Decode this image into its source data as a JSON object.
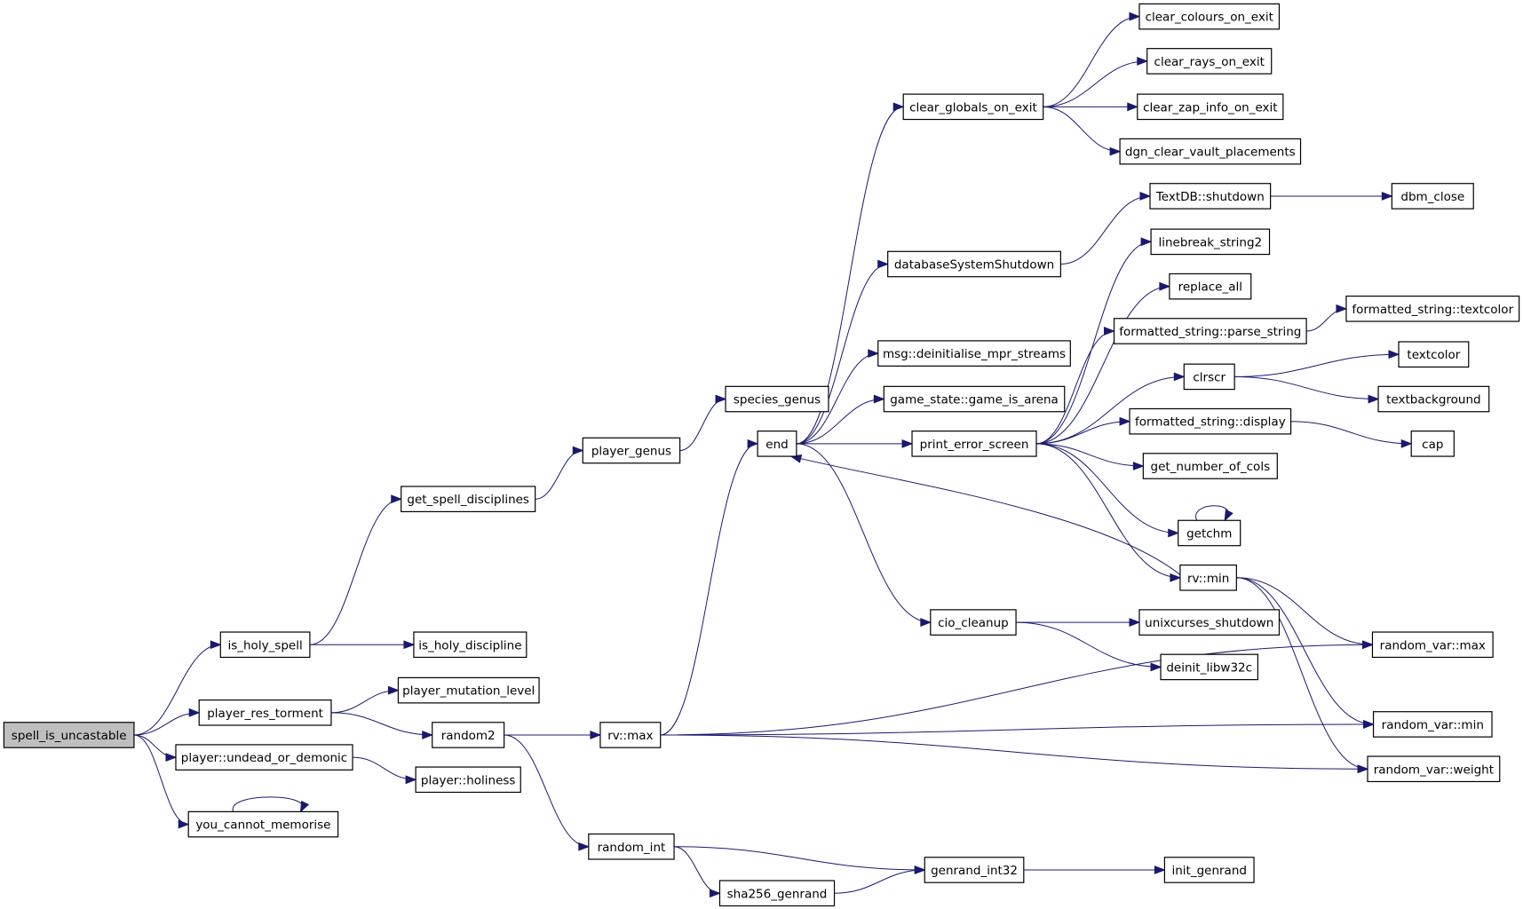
{
  "graph": {
    "root": "spell_is_uncastable",
    "edge_color": "#191970",
    "root_fill": "#bfbfbf",
    "nodes": [
      {
        "id": "spell_is_uncastable",
        "label": "spell_is_uncastable"
      },
      {
        "id": "is_holy_spell",
        "label": "is_holy_spell"
      },
      {
        "id": "player_res_torment",
        "label": "player_res_torment"
      },
      {
        "id": "player_undead_or_demonic",
        "label": "player::undead_or_demonic"
      },
      {
        "id": "you_cannot_memorise",
        "label": "you_cannot_memorise"
      },
      {
        "id": "get_spell_disciplines",
        "label": "get_spell_disciplines"
      },
      {
        "id": "is_holy_discipline",
        "label": "is_holy_discipline"
      },
      {
        "id": "player_mutation_level",
        "label": "player_mutation_level"
      },
      {
        "id": "random2",
        "label": "random2"
      },
      {
        "id": "player_holiness",
        "label": "player::holiness"
      },
      {
        "id": "player_genus",
        "label": "player_genus"
      },
      {
        "id": "species_genus",
        "label": "species_genus"
      },
      {
        "id": "rv_max",
        "label": "rv::max"
      },
      {
        "id": "random_int",
        "label": "random_int"
      },
      {
        "id": "sha256_genrand",
        "label": "sha256_genrand"
      },
      {
        "id": "end",
        "label": "end"
      },
      {
        "id": "clear_globals_on_exit",
        "label": "clear_globals_on_exit"
      },
      {
        "id": "databaseSystemShutdown",
        "label": "databaseSystemShutdown"
      },
      {
        "id": "msg_deinit",
        "label": "msg::deinitialise_mpr_streams"
      },
      {
        "id": "game_is_arena",
        "label": "game_state::game_is_arena"
      },
      {
        "id": "print_error_screen",
        "label": "print_error_screen"
      },
      {
        "id": "cio_cleanup",
        "label": "cio_cleanup"
      },
      {
        "id": "genrand_int32",
        "label": "genrand_int32"
      },
      {
        "id": "clear_colours_on_exit",
        "label": "clear_colours_on_exit"
      },
      {
        "id": "clear_rays_on_exit",
        "label": "clear_rays_on_exit"
      },
      {
        "id": "clear_zap_info_on_exit",
        "label": "clear_zap_info_on_exit"
      },
      {
        "id": "dgn_clear_vault_placements",
        "label": "dgn_clear_vault_placements"
      },
      {
        "id": "textdb_shutdown",
        "label": "TextDB::shutdown"
      },
      {
        "id": "linebreak_string2",
        "label": "linebreak_string2"
      },
      {
        "id": "replace_all",
        "label": "replace_all"
      },
      {
        "id": "fs_parse_string",
        "label": "formatted_string::parse_string"
      },
      {
        "id": "clrscr",
        "label": "clrscr"
      },
      {
        "id": "fs_display",
        "label": "formatted_string::display"
      },
      {
        "id": "get_number_of_cols",
        "label": "get_number_of_cols"
      },
      {
        "id": "getchm",
        "label": "getchm"
      },
      {
        "id": "rv_min",
        "label": "rv::min"
      },
      {
        "id": "unixcurses_shutdown",
        "label": "unixcurses_shutdown"
      },
      {
        "id": "deinit_libw32c",
        "label": "deinit_libw32c"
      },
      {
        "id": "init_genrand",
        "label": "init_genrand"
      },
      {
        "id": "dbm_close",
        "label": "dbm_close"
      },
      {
        "id": "fs_textcolor",
        "label": "formatted_string::textcolor"
      },
      {
        "id": "textcolor",
        "label": "textcolor"
      },
      {
        "id": "textbackground",
        "label": "textbackground"
      },
      {
        "id": "cap",
        "label": "cap"
      },
      {
        "id": "random_var_max",
        "label": "random_var::max"
      },
      {
        "id": "random_var_min",
        "label": "random_var::min"
      },
      {
        "id": "random_var_weight",
        "label": "random_var::weight"
      }
    ],
    "edges": [
      [
        "spell_is_uncastable",
        "is_holy_spell"
      ],
      [
        "spell_is_uncastable",
        "player_res_torment"
      ],
      [
        "spell_is_uncastable",
        "player_undead_or_demonic"
      ],
      [
        "spell_is_uncastable",
        "you_cannot_memorise"
      ],
      [
        "is_holy_spell",
        "get_spell_disciplines"
      ],
      [
        "is_holy_spell",
        "is_holy_discipline"
      ],
      [
        "get_spell_disciplines",
        "player_genus"
      ],
      [
        "player_genus",
        "species_genus"
      ],
      [
        "player_res_torment",
        "player_mutation_level"
      ],
      [
        "player_res_torment",
        "random2"
      ],
      [
        "player_undead_or_demonic",
        "player_holiness"
      ],
      [
        "you_cannot_memorise",
        "you_cannot_memorise"
      ],
      [
        "random2",
        "rv_max"
      ],
      [
        "random2",
        "random_int"
      ],
      [
        "rv_max",
        "end"
      ],
      [
        "rv_max",
        "random_var_max"
      ],
      [
        "rv_max",
        "random_var_min"
      ],
      [
        "rv_max",
        "random_var_weight"
      ],
      [
        "random_int",
        "genrand_int32"
      ],
      [
        "random_int",
        "sha256_genrand"
      ],
      [
        "sha256_genrand",
        "genrand_int32"
      ],
      [
        "genrand_int32",
        "init_genrand"
      ],
      [
        "end",
        "clear_globals_on_exit"
      ],
      [
        "end",
        "databaseSystemShutdown"
      ],
      [
        "end",
        "msg_deinit"
      ],
      [
        "end",
        "game_is_arena"
      ],
      [
        "end",
        "print_error_screen"
      ],
      [
        "end",
        "cio_cleanup"
      ],
      [
        "clear_globals_on_exit",
        "clear_colours_on_exit"
      ],
      [
        "clear_globals_on_exit",
        "clear_rays_on_exit"
      ],
      [
        "clear_globals_on_exit",
        "clear_zap_info_on_exit"
      ],
      [
        "clear_globals_on_exit",
        "dgn_clear_vault_placements"
      ],
      [
        "databaseSystemShutdown",
        "textdb_shutdown"
      ],
      [
        "textdb_shutdown",
        "dbm_close"
      ],
      [
        "print_error_screen",
        "linebreak_string2"
      ],
      [
        "print_error_screen",
        "replace_all"
      ],
      [
        "print_error_screen",
        "fs_parse_string"
      ],
      [
        "print_error_screen",
        "clrscr"
      ],
      [
        "print_error_screen",
        "fs_display"
      ],
      [
        "print_error_screen",
        "get_number_of_cols"
      ],
      [
        "print_error_screen",
        "getchm"
      ],
      [
        "print_error_screen",
        "rv_min"
      ],
      [
        "fs_parse_string",
        "fs_textcolor"
      ],
      [
        "clrscr",
        "textcolor"
      ],
      [
        "clrscr",
        "textbackground"
      ],
      [
        "fs_display",
        "cap"
      ],
      [
        "getchm",
        "getchm"
      ],
      [
        "rv_min",
        "end"
      ],
      [
        "rv_min",
        "random_var_max"
      ],
      [
        "rv_min",
        "random_var_min"
      ],
      [
        "rv_min",
        "random_var_weight"
      ],
      [
        "cio_cleanup",
        "unixcurses_shutdown"
      ],
      [
        "cio_cleanup",
        "deinit_libw32c"
      ]
    ]
  }
}
